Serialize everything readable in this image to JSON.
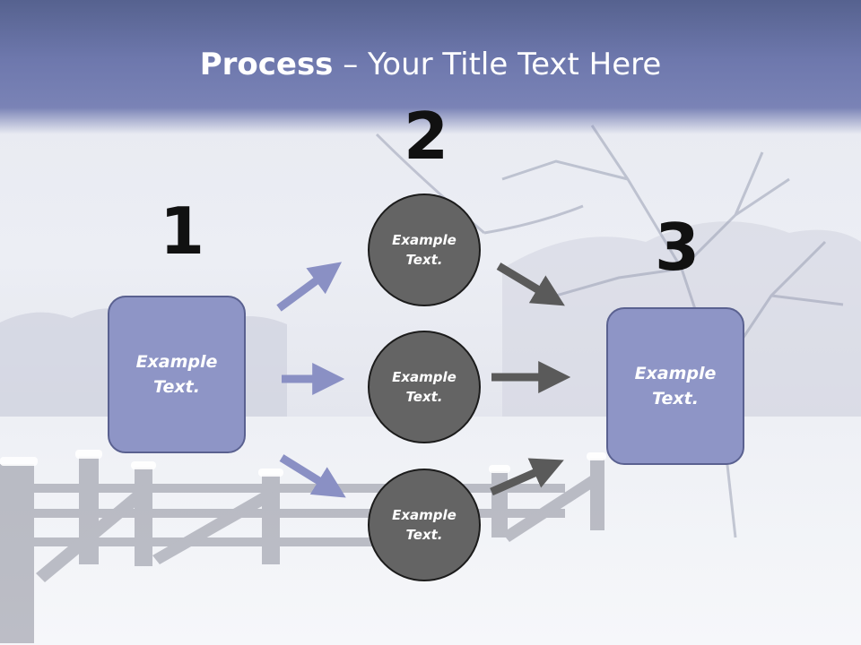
{
  "title": {
    "bold": "Process",
    "rest": " – Your Title Text Here"
  },
  "steps": [
    {
      "number": "1",
      "text": "Example\nText."
    },
    {
      "number": "2",
      "items": [
        "Example\nText.",
        "Example\nText.",
        "Example\nText."
      ]
    },
    {
      "number": "3",
      "text": "Example\nText."
    }
  ],
  "colors": {
    "header": "#6e78ad",
    "box_fill": "#8e95c6",
    "circle_fill": "#646464",
    "arrow_in": "#8a90c4",
    "arrow_out": "#5a5a5a"
  },
  "icons": [
    "arrow-right-icon"
  ]
}
